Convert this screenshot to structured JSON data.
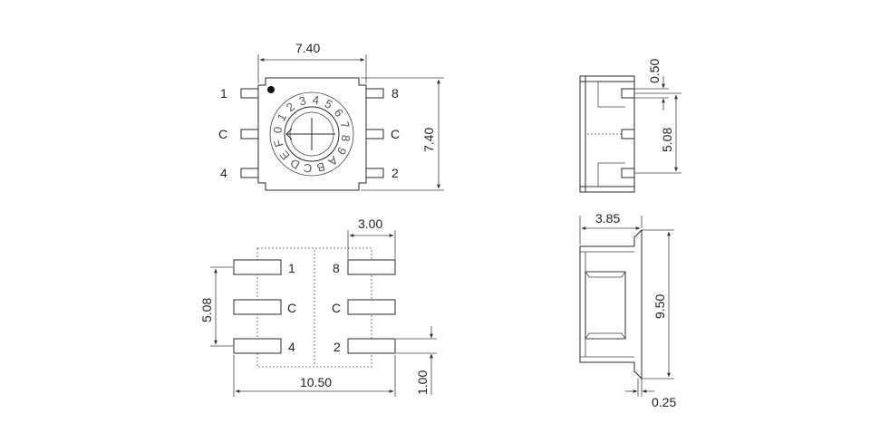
{
  "top_view": {
    "dim_width": "7.40",
    "dim_height": "7.40",
    "pin_labels": {
      "top_left": "1",
      "mid_left": "C",
      "bottom_left": "4",
      "top_right": "8",
      "mid_right": "C",
      "bottom_right": "2"
    },
    "dial_labels": [
      "0",
      "1",
      "2",
      "3",
      "4",
      "5",
      "6",
      "7",
      "8",
      "9",
      "A",
      "B",
      "C",
      "D",
      "E",
      "F"
    ]
  },
  "side_view": {
    "dim_top": "0.50",
    "dim_pitch": "5.08"
  },
  "footprint": {
    "dim_pad_length": "3.00",
    "dim_pitch": "5.08",
    "dim_width": "10.50",
    "dim_pad_width": "1.00",
    "pad_labels": {
      "top_left": "1",
      "mid_left": "C",
      "bottom_left": "4",
      "top_right": "8",
      "mid_right": "C",
      "bottom_right": "2"
    }
  },
  "end_view": {
    "dim_depth": "3.85",
    "dim_height": "9.50",
    "dim_lead": "0.25"
  }
}
